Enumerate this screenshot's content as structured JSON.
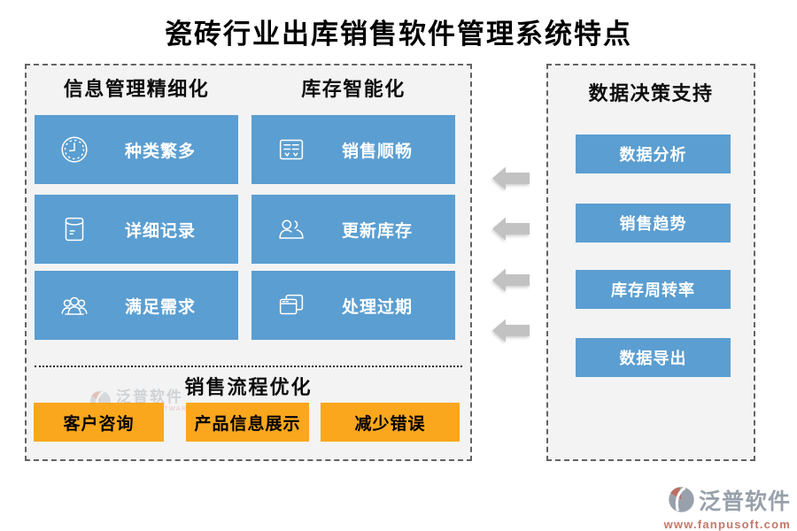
{
  "title": "瓷砖行业出库销售软件管理系统特点",
  "left_panel": {
    "columns": [
      {
        "header": "信息管理精细化",
        "cards": [
          {
            "icon": "clock-icon",
            "label": "种类繁多"
          },
          {
            "icon": "record-pouch-icon",
            "label": "详细记录"
          },
          {
            "icon": "user-group-icon",
            "label": "满足需求"
          }
        ]
      },
      {
        "header": "库存智能化",
        "cards": [
          {
            "icon": "list-card-icon",
            "label": "销售顺畅"
          },
          {
            "icon": "two-users-icon",
            "label": "更新库存"
          },
          {
            "icon": "stacked-windows-icon",
            "label": "处理过期"
          }
        ]
      }
    ],
    "bottom_section": {
      "header": "销售流程优化",
      "buttons": [
        "客户咨询",
        "产品信息展示",
        "减少错误"
      ]
    }
  },
  "right_panel": {
    "header": "数据决策支持",
    "buttons": [
      "数据分析",
      "销售趋势",
      "库存周转率",
      "数据导出"
    ]
  },
  "arrows": {
    "direction": "left",
    "count": 4
  },
  "watermark": {
    "name": "泛普软件",
    "subtitle": "FANPU SOFTWARE"
  },
  "footer_logo": {
    "name": "泛普软件",
    "url": "www.fanpusoft.com"
  },
  "colors": {
    "card_blue": "#5b9ed1",
    "button_orange": "#faa71d",
    "arrow_gray": "#c2c2c2",
    "panel_bg": "#f3f3f3",
    "logo_gray": "#98a1ab",
    "logo_red": "#bd6f63"
  }
}
